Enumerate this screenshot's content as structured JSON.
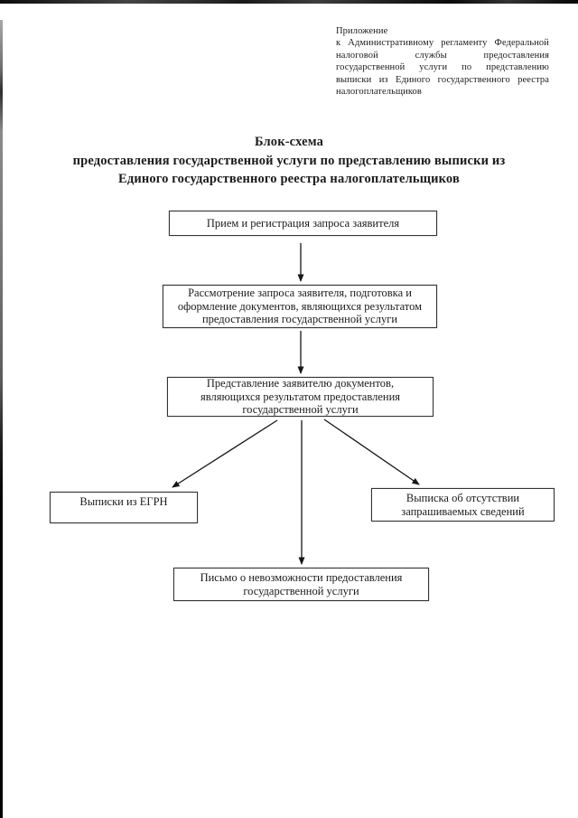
{
  "header": {
    "lines": [
      "Приложение",
      "к Административному регламенту Федеральной",
      "налоговой службы предоставления",
      "государственной услуги по представлению",
      "выписки из Единого государственного реестра",
      "налогоплательщиков"
    ]
  },
  "title": {
    "line1": "Блок-схема",
    "line2": "предоставления государственной услуги по представлению выписки из",
    "line3": "Единого государственного реестра налогоплательщиков"
  },
  "flowchart": {
    "nodes": {
      "reception": {
        "lines": [
          "Прием и регистрация запроса заявителя"
        ]
      },
      "review": {
        "lines": [
          "Рассмотрение запроса заявителя, подготовка и",
          "оформление документов, являющихся результатом",
          "предоставления государственной услуги"
        ]
      },
      "delivery": {
        "lines": [
          "Представление заявителю документов,",
          "являющихся результатом предоставления",
          "государственной услуги"
        ]
      },
      "extract": {
        "lines": [
          "Выписки из ЕГРН"
        ]
      },
      "absence": {
        "lines": [
          "Выписка об отсутствии",
          "запрашиваемых сведений"
        ]
      },
      "letter": {
        "lines": [
          "Письмо о невозможности  предоставления",
          "государственной услуги"
        ]
      }
    },
    "edges": [
      {
        "from": "reception",
        "to": "review"
      },
      {
        "from": "review",
        "to": "delivery"
      },
      {
        "from": "delivery",
        "to": "extract"
      },
      {
        "from": "delivery",
        "to": "letter"
      },
      {
        "from": "delivery",
        "to": "absence"
      }
    ],
    "line_color": "#161616"
  }
}
